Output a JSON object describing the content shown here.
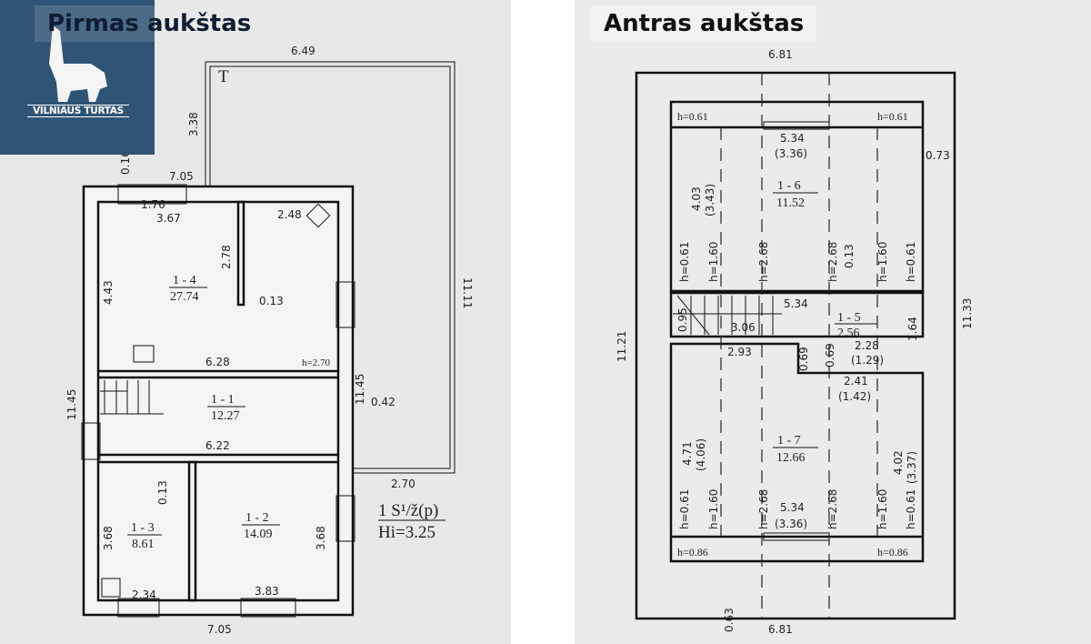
{
  "first_floor": {
    "title": "Pirmas aukštas",
    "logo_text": "VILNIAUS TURTAS",
    "terrace_label": "T",
    "dims": {
      "terrace_width": "6.49",
      "terrace_depth": "3.38",
      "terrace_length": "11.11",
      "terrace_bottom": "2.70",
      "top_width": "7.05",
      "bottom_width": "7.05",
      "top_offset": "0.16",
      "window_top": "1.76",
      "room14_width": "3.67",
      "room_small_width": "2.48",
      "wall_height": "2.78",
      "room14_depth": "4.43",
      "wall_thickness": "0.13",
      "room14_bottom": "6.28",
      "ceiling": "h=2.70",
      "left_total": "11.45",
      "right_total": "11.45",
      "offset": "0.42",
      "hall_width": "6.22",
      "room13_wall": "0.13",
      "room13_depth": "3.68",
      "room13_width": "2.34",
      "room12_depth": "3.68",
      "room12_width": "3.83"
    },
    "rooms": [
      {
        "id": "1 - 4",
        "area": "27.74"
      },
      {
        "id": "1 - 1",
        "area": "12.27"
      },
      {
        "id": "1 - 3",
        "area": "8.61"
      },
      {
        "id": "1 - 2",
        "area": "14.09"
      }
    ],
    "legend": {
      "line1": "1 S¹/ž(p)",
      "line2": "Hi=3.25"
    }
  },
  "second_floor": {
    "title": "Antras aukštas",
    "dims": {
      "top_width": "6.81",
      "bottom_width": "6.81",
      "left_total": "11.21",
      "right_total": "11.33",
      "side_offset": "0.73",
      "bottom_offset": "0.63",
      "r16_width": "5.34",
      "r16_width_net": "(3.36)",
      "r16_depth": "4.03",
      "r16_depth_net": "(3.43)",
      "stair_width": "0.95",
      "stair_len": "3.06",
      "stair_top": "5.34",
      "r15_depth": "1.64",
      "r15_width": "2.28",
      "r15_width_net": "(1.29)",
      "hall_a": "2.93",
      "step1": "0.69",
      "step2": "0.69",
      "door_w": "2.41",
      "door_w_net": "(1.42)",
      "mid_wall": "0.13",
      "r17_depth": "4.71",
      "r17_depth_net": "(4.06)",
      "r17_right": "4.02",
      "r17_right_net": "(3.37)",
      "r17_width": "5.34",
      "r17_width_net": "(3.36)"
    },
    "heights_top": [
      "h=0.61",
      "h=0.61"
    ],
    "heights_r16": [
      "h=0.61",
      "h=1.60",
      "h=2.68",
      "h=2.68",
      "h=1.60",
      "h=0.61"
    ],
    "heights_r17": [
      "h=0.61",
      "h=1.60",
      "h=2.68",
      "h=2.68",
      "h=1.60",
      "h=0.61"
    ],
    "heights_bottom": [
      "h=0.86",
      "h=0.86"
    ],
    "rooms": [
      {
        "id": "1 - 6",
        "area": "11.52"
      },
      {
        "id": "1 - 5",
        "area": "2.56"
      },
      {
        "id": "1 - 7",
        "area": "12.66"
      }
    ]
  }
}
